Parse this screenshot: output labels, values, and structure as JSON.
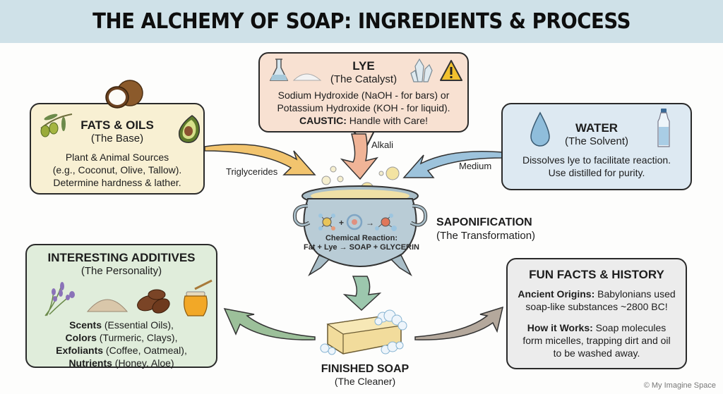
{
  "title": "THE ALCHEMY OF SOAP: INGREDIENTS & PROCESS",
  "lye": {
    "title": "LYE",
    "subtitle": "(The Catalyst)",
    "line1": "Sodium Hydroxide (NaOH - for bars) or",
    "line2": "Potassium Hydroxide (KOH - for liquid).",
    "caustic_label": "CAUSTIC:",
    "caustic_text": " Handle with Care!",
    "icons": [
      "flask-icon",
      "powder-icon",
      "crystal-icon",
      "warning-icon"
    ]
  },
  "fats": {
    "title": "FATS & OILS",
    "subtitle": "(The Base)",
    "line1": "Plant & Animal Sources",
    "line2": "(e.g., Coconut, Olive, Tallow).",
    "line3": "Determine hardness & lather.",
    "icons": [
      "coconut-icon",
      "olive-branch-icon",
      "avocado-icon"
    ]
  },
  "water": {
    "title": "WATER",
    "subtitle": "(The Solvent)",
    "line1": "Dissolves lye to facilitate reaction.",
    "line2": "Use distilled for purity.",
    "icons": [
      "water-drop-icon",
      "water-bottle-icon"
    ]
  },
  "arrows": {
    "fats_label": "Triglycerides",
    "lye_label": "Alkali",
    "water_label": "Medium"
  },
  "cauldron": {
    "reaction_title": "Chemical Reaction:",
    "reaction_equation": "Fat + Lye → SOAP + GLYCERIN"
  },
  "saponification": {
    "title": "SAPONIFICATION",
    "subtitle": "(The Transformation)"
  },
  "additives": {
    "title": "INTERESTING ADDITIVES",
    "subtitle": "(The Personality)",
    "items": [
      {
        "bold": "Scents",
        "text": " (Essential Oils),"
      },
      {
        "bold": "Colors",
        "text": " (Turmeric, Clays),"
      },
      {
        "bold": "Exfoliants",
        "text": " (Coffee, Oatmeal),"
      },
      {
        "bold": "Nutrients",
        "text": " (Honey, Aloe)"
      }
    ],
    "icons": [
      "lavender-icon",
      "clay-powder-icon",
      "coffee-beans-icon",
      "honey-jar-icon"
    ]
  },
  "facts": {
    "title": "FUN FACTS & HISTORY",
    "fact1_bold": "Ancient Origins:",
    "fact1_text1": " Babylonians used",
    "fact1_text2": "soap-like substances ~2800 BC!",
    "fact2_bold": "How it Works:",
    "fact2_text1": " Soap molecules",
    "fact2_text2": "form micelles, trapping dirt and oil",
    "fact2_text3": "to be washed away."
  },
  "soap": {
    "title": "FINISHED SOAP",
    "subtitle": "(The Cleaner)"
  },
  "footer": {
    "credit": "© My Imagine Space"
  },
  "colors": {
    "banner": "#cfe1e8",
    "lye_box": "#f8e1d2",
    "fats_box": "#f8f0d3",
    "water_box": "#dde9f2",
    "additives_box": "#e0eddb",
    "facts_box": "#ececec",
    "fats_arrow": "#f2c46e",
    "lye_arrow": "#f0b497",
    "water_arrow": "#9dc3dc",
    "soap_arrow": "#9cc7ad",
    "left_arrow": "#9cc09a",
    "right_arrow": "#b4a89c"
  }
}
